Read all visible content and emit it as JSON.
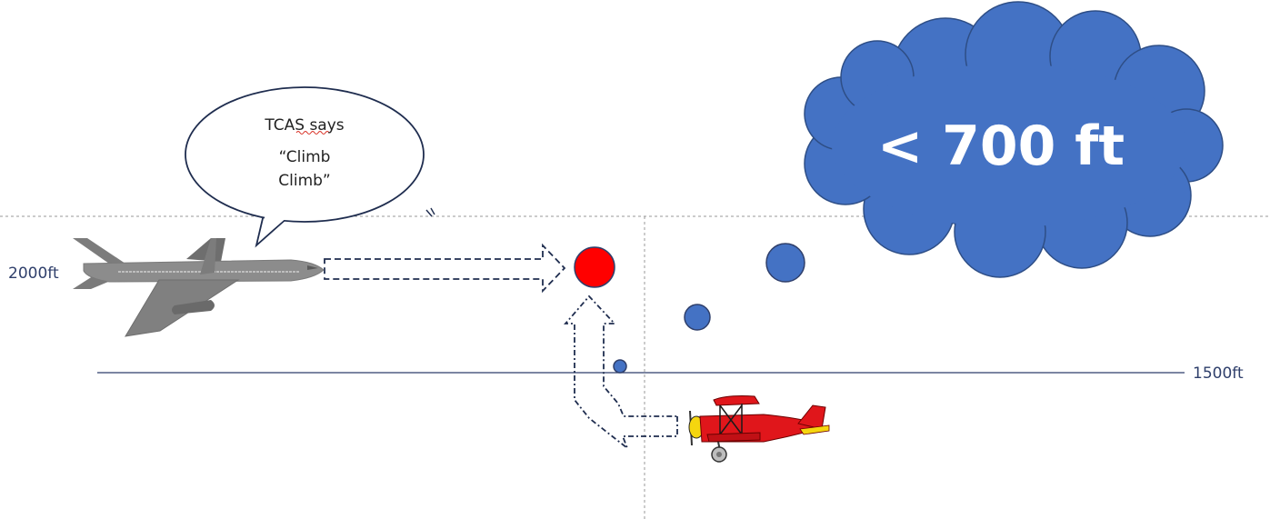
{
  "labels": {
    "altitude_upper": "2000ft",
    "altitude_lower": "1500ft"
  },
  "speech_bubble": {
    "line1": "TCAS says",
    "line2": "“Climb",
    "line3": "Climb”"
  },
  "cloud": {
    "text": "< 700 ft"
  },
  "colors": {
    "cloud_fill": "#4472c4",
    "collision_point": "#ff0000",
    "altitude_marks": "#4472c4",
    "arrow_stroke": "#1f2d4f",
    "biplane_body": "#e0161b",
    "airliner_body": "#8c8c8c"
  },
  "icons": [
    "airliner-icon",
    "biplane-icon",
    "cloud-icon",
    "speech-bubble-icon"
  ]
}
